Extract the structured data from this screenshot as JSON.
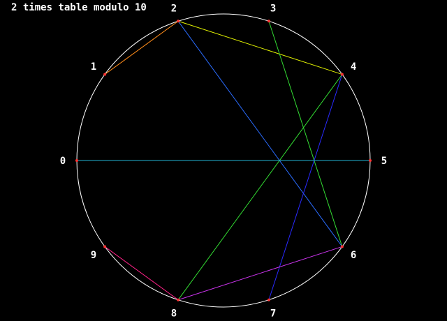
{
  "title": "2 times table modulo 10",
  "diagram": {
    "multiplier": 2,
    "modulus": 10,
    "circle_color": "#ffffff",
    "point_color": "#ff3333",
    "labels": [
      "0",
      "1",
      "2",
      "3",
      "4",
      "5",
      "6",
      "7",
      "8",
      "9"
    ],
    "chords": [
      {
        "from": 1,
        "to": 2,
        "color": "#ff8c1a"
      },
      {
        "from": 2,
        "to": 4,
        "color": "#e0f000"
      },
      {
        "from": 2,
        "to": 6,
        "color": "#2a6cff"
      },
      {
        "from": 3,
        "to": 6,
        "color": "#33dd33"
      },
      {
        "from": 4,
        "to": 8,
        "color": "#33dd33"
      },
      {
        "from": 4,
        "to": 7,
        "color": "#2a2aff"
      },
      {
        "from": 0,
        "to": 5,
        "color": "#22b4d4"
      },
      {
        "from": 6,
        "to": 8,
        "color": "#cc33ee"
      },
      {
        "from": 9,
        "to": 8,
        "color": "#ff2288"
      }
    ]
  }
}
